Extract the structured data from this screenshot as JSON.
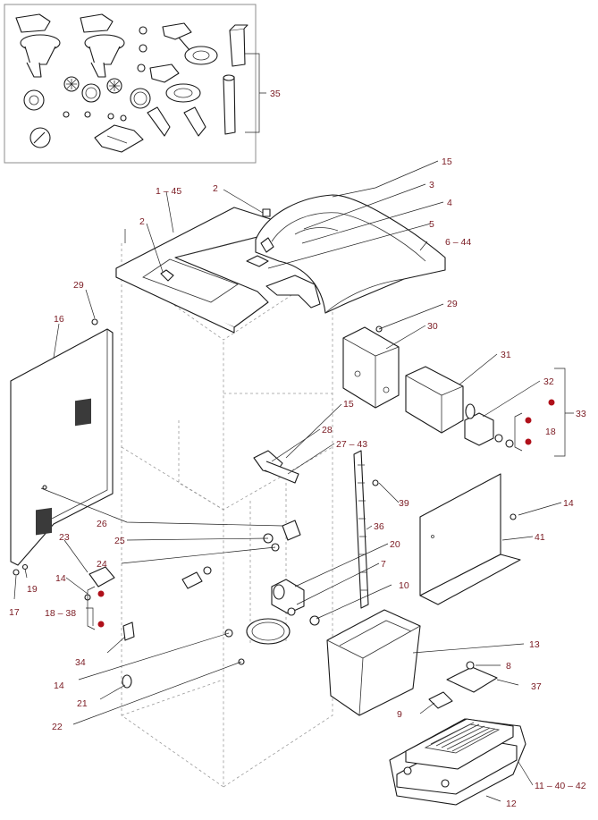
{
  "diagram": {
    "accent_color": "#7a1a22",
    "bullet_color": "#b0101a",
    "labels": {
      "l35": "35",
      "l15a": "15",
      "l3": "3",
      "l4": "4",
      "l5": "5",
      "l6_44": "6 – 44",
      "l1_45": "1 – 45",
      "l2a": "2",
      "l2b": "2",
      "l29a": "29",
      "l29b": "29",
      "l30": "30",
      "l31": "31",
      "l32": "32",
      "l33": "33",
      "l18a": "18",
      "l16": "16",
      "l15b": "15",
      "l28": "28",
      "l27_43": "27 – 43",
      "l39": "39",
      "l14a": "14",
      "l36": "36",
      "l41": "41",
      "l26": "26",
      "l25": "25",
      "l20": "20",
      "l23": "23",
      "l24": "24",
      "l7": "7",
      "l14b": "14",
      "l19": "19",
      "l17": "17",
      "l18_38": "18 – 38",
      "l10": "10",
      "l13": "13",
      "l34": "34",
      "l8": "8",
      "l14c": "14",
      "l37": "37",
      "l21": "21",
      "l9": "9",
      "l22": "22",
      "l11_40_42": "11 – 40 – 42",
      "l12": "12"
    }
  }
}
